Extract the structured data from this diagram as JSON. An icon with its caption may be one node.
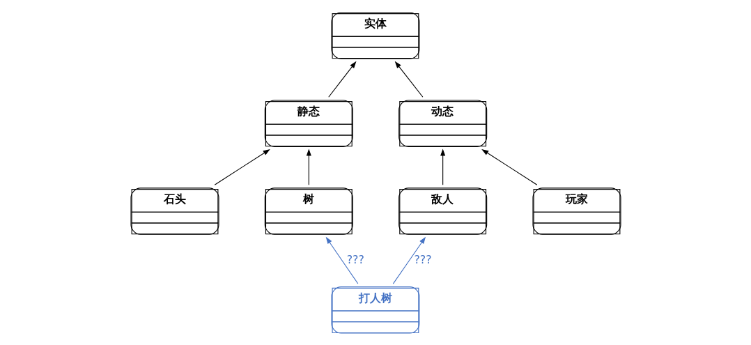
{
  "diagram": {
    "nodes": [
      {
        "text": [
          "实体"
        ]
      },
      {
        "text": [
          "静态"
        ]
      },
      {
        "text": [
          "动态"
        ]
      },
      {
        "text": [
          "石头"
        ]
      },
      {
        "text": [
          "树"
        ]
      },
      {
        "text": [
          "敌人"
        ]
      },
      {
        "text": [
          "玩家"
        ]
      },
      {
        "text": [
          "打人树"
        ]
      }
    ],
    "edges": [
      {
        "from": 1,
        "to": 0,
        "arrow": "to"
      },
      {
        "from": 2,
        "to": 0,
        "arrow": "to"
      },
      {
        "from": 3,
        "to": 1,
        "arrow": "to"
      },
      {
        "from": 4,
        "to": 1,
        "arrow": "to"
      },
      {
        "from": 5,
        "to": 2,
        "arrow": "to"
      },
      {
        "from": 6,
        "to": 2,
        "arrow": "to"
      },
      {
        "from": 7,
        "to": 4,
        "arrow": "to",
        "label": "???",
        "color": "#4472c4"
      },
      {
        "from": 7,
        "to": 5,
        "arrow": "to",
        "label": "???",
        "color": "#4472c4"
      }
    ]
  }
}
